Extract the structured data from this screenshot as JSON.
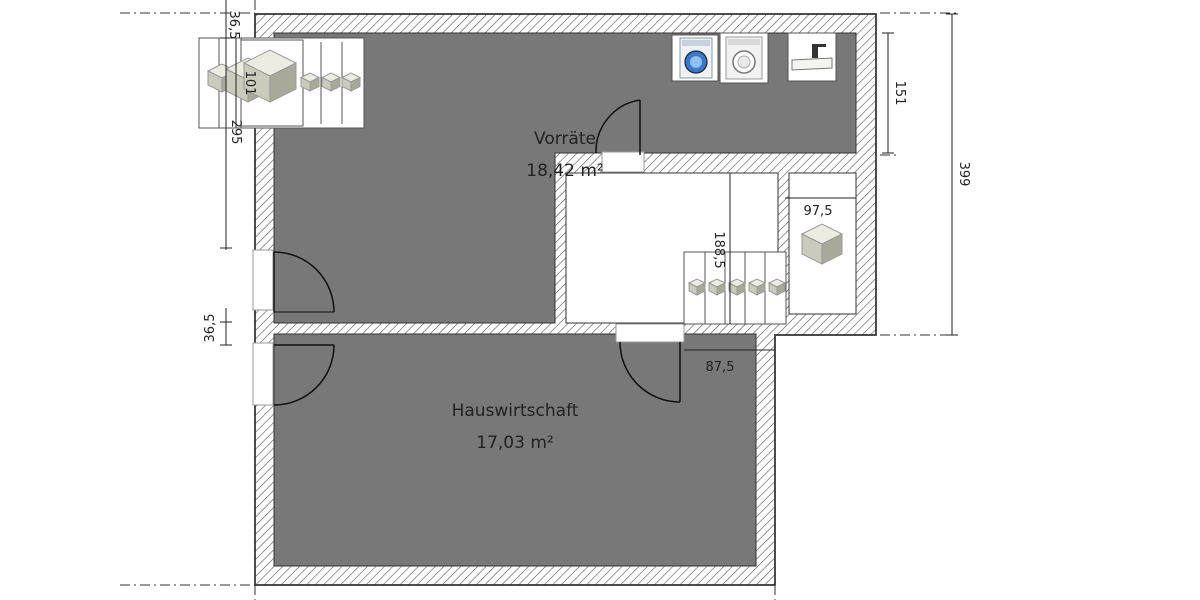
{
  "rooms": [
    {
      "name": "Vorräte",
      "area": "18,42 m²"
    },
    {
      "name": "Hauswirtschaft",
      "area": "17,03 m²"
    }
  ],
  "dimensions": {
    "d_36_5_top": "36,5",
    "d_101": "101",
    "d_295": "295",
    "d_36_5_mid": "36,5",
    "d_151": "151",
    "d_399": "399",
    "d_97_5": "97,5",
    "d_188_5": "188,5",
    "d_87_5": "87,5"
  },
  "icons": [
    "washing-machine-icon",
    "dryer-icon",
    "sink-icon",
    "box-icon"
  ],
  "colors": {
    "room_fill": "#787878",
    "wall_fill": "#ffffff",
    "wall_hatch": "#555555",
    "white_room": "#ffffff"
  }
}
